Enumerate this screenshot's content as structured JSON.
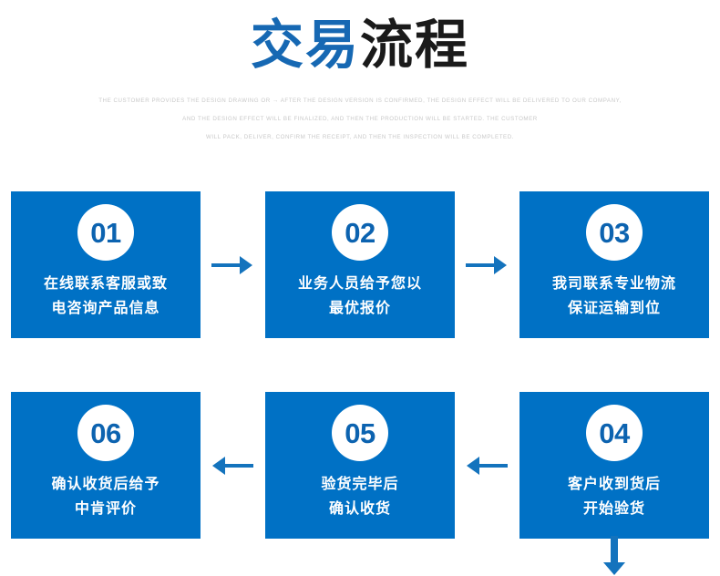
{
  "header": {
    "title_blue": "交易",
    "title_dark": "流程",
    "subtitle_lines": [
      "THE CUSTOMER PROVIDES THE DESIGN DRAWING OR → AFTER THE DESIGN VERSION IS CONFIRMED, THE DESIGN EFFECT WILL BE DELIVERED TO OUR COMPANY,",
      "AND THE DESIGN EFFECT WILL BE FINALIZED, AND THEN THE PRODUCTION WILL BE STARTED. THE CUSTOMER",
      "WILL PACK, DELIVER, CONFIRM THE RECEIPT, AND THEN THE INSPECTION WILL BE COMPLETED."
    ]
  },
  "colors": {
    "box_blue": "#0071c5",
    "title_blue": "#1668b3",
    "number_blue": "#0c63b0",
    "arrow_blue": "#1473bd",
    "subtitle_gray": "#c9c9c9"
  },
  "steps": [
    {
      "number": "01",
      "line1": "在线联系客服或致",
      "line2": "电咨询产品信息"
    },
    {
      "number": "02",
      "line1": "业务人员给予您以",
      "line2": "最优报价"
    },
    {
      "number": "03",
      "line1": "我司联系专业物流",
      "line2": "保证运输到位"
    },
    {
      "number": "04",
      "line1": "客户收到货后",
      "line2": "开始验货"
    },
    {
      "number": "05",
      "line1": "验货完毕后",
      "line2": "确认收货"
    },
    {
      "number": "06",
      "line1": "确认收货后给予",
      "line2": "中肯评价"
    }
  ],
  "arrows": [
    {
      "name": "arrow-right-step1-to-step2",
      "direction": "right"
    },
    {
      "name": "arrow-right-step2-to-step3",
      "direction": "right"
    },
    {
      "name": "arrow-down-step3-to-step4",
      "direction": "down"
    },
    {
      "name": "arrow-left-step4-to-step5",
      "direction": "left"
    },
    {
      "name": "arrow-left-step5-to-step6",
      "direction": "left"
    }
  ]
}
